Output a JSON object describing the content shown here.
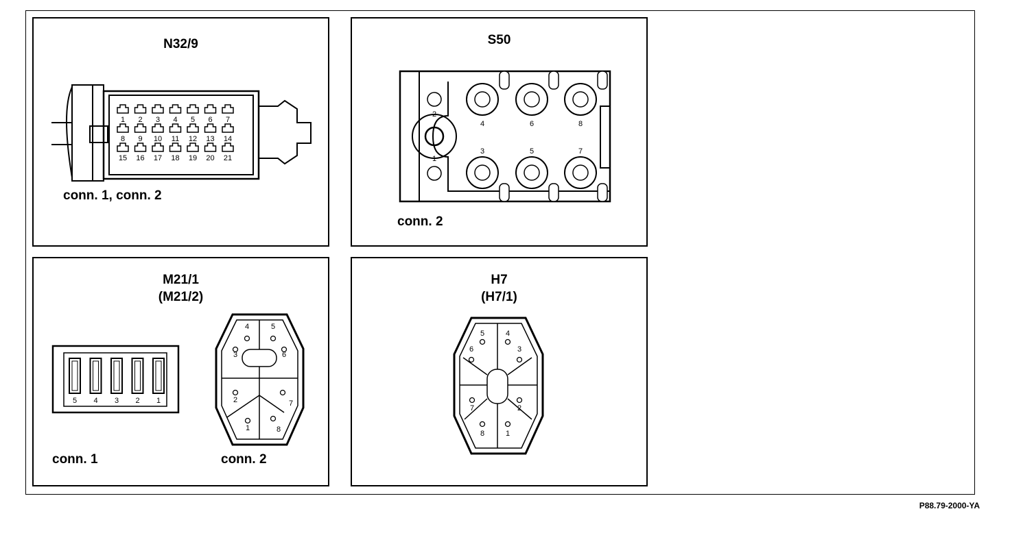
{
  "panels": {
    "n32": {
      "title": "N32/9",
      "conn_label": "conn. 1, conn. 2",
      "pins": [
        "1",
        "2",
        "3",
        "4",
        "5",
        "6",
        "7",
        "8",
        "9",
        "10",
        "11",
        "12",
        "13",
        "14",
        "15",
        "16",
        "17",
        "18",
        "19",
        "20",
        "21"
      ]
    },
    "s50": {
      "title": "S50",
      "conn_label": "conn. 2",
      "pins": [
        "1",
        "2",
        "3",
        "4",
        "5",
        "6",
        "7",
        "8"
      ]
    },
    "m21": {
      "title": "M21/1",
      "subtitle": "(M21/2)",
      "conn1_label": "conn. 1",
      "conn2_label": "conn. 2",
      "conn1_pins": [
        "5",
        "4",
        "3",
        "2",
        "1"
      ],
      "conn2_pins": [
        "1",
        "2",
        "3",
        "4",
        "5",
        "6",
        "7",
        "8"
      ]
    },
    "h7": {
      "title": "H7",
      "subtitle": "(H7/1)",
      "pins": [
        "1",
        "2",
        "3",
        "4",
        "5",
        "6",
        "7",
        "8"
      ]
    }
  },
  "reference": "P88.79-2000-YA"
}
